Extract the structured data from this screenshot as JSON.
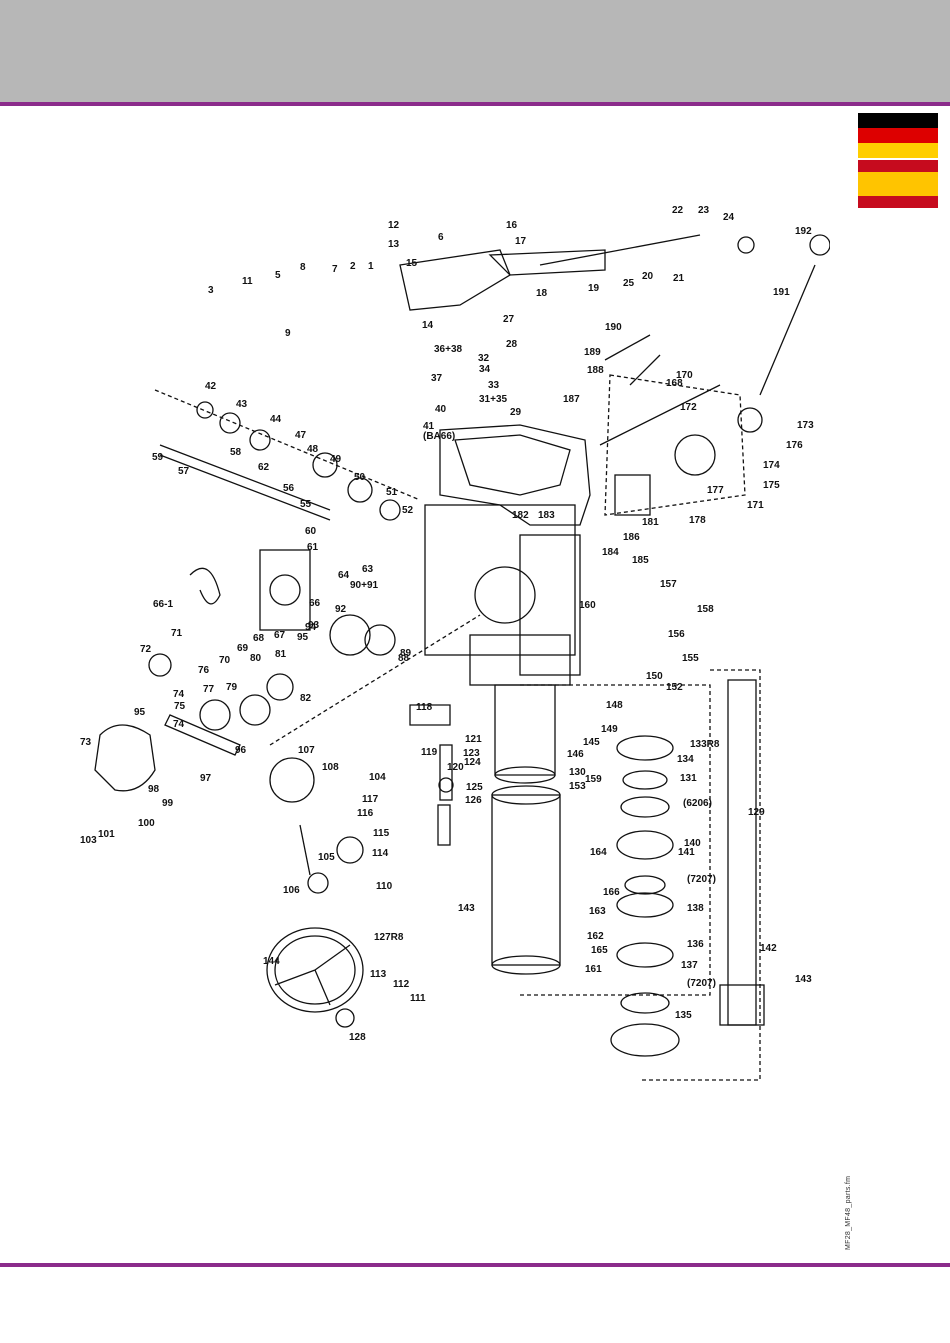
{
  "flags": {
    "de": {
      "colors": [
        "#000000",
        "#dd0000",
        "#ffce00"
      ]
    },
    "es": {
      "colors": [
        "#c60b1e",
        "#ffc400",
        "#c60b1e"
      ]
    }
  },
  "colors": {
    "band": "#b7b7b7",
    "accent": "#8b2b8b"
  },
  "side_code": "MF28_MF48_parts.fm",
  "parts": [
    "1",
    "2",
    "3",
    "5",
    "6",
    "7",
    "8",
    "9",
    "11",
    "12",
    "13",
    "14",
    "15",
    "16",
    "17",
    "18",
    "19",
    "20",
    "21",
    "22",
    "23",
    "24",
    "25",
    "27",
    "28",
    "29",
    "31+35",
    "32",
    "33",
    "34",
    "36+38",
    "37",
    "40",
    "41",
    "(BA66)",
    "42",
    "43",
    "44",
    "47",
    "48",
    "49",
    "50",
    "51",
    "52",
    "55",
    "56",
    "57",
    "58",
    "59",
    "60",
    "61",
    "62",
    "63",
    "64",
    "66",
    "66-1",
    "67",
    "68",
    "69",
    "70",
    "71",
    "72",
    "73",
    "74",
    "74",
    "75",
    "76",
    "77",
    "79",
    "80",
    "81",
    "82",
    "88",
    "89",
    "90+91",
    "92",
    "93",
    "94",
    "95",
    "95",
    "96",
    "97",
    "98",
    "99",
    "100",
    "101",
    "103",
    "104",
    "105",
    "106",
    "107",
    "108",
    "110",
    "111",
    "112",
    "113",
    "114",
    "115",
    "116",
    "117",
    "118",
    "119",
    "120",
    "121",
    "123",
    "124",
    "125",
    "126",
    "127R8",
    "128",
    "129",
    "130",
    "131",
    "(6206)",
    "133R8",
    "134",
    "135",
    "(7207)",
    "136",
    "137",
    "138",
    "(7207)",
    "140",
    "141",
    "142",
    "143",
    "143",
    "144",
    "145",
    "146",
    "148",
    "149",
    "150",
    "152",
    "153",
    "155",
    "156",
    "157",
    "158",
    "159",
    "160",
    "161",
    "162",
    "163",
    "164",
    "165",
    "166",
    "168",
    "170",
    "171",
    "172",
    "173",
    "174",
    "175",
    "176",
    "177",
    "178",
    "181",
    "182",
    "183",
    "184",
    "185",
    "186",
    "187",
    "188",
    "189",
    "190",
    "191",
    "192"
  ]
}
